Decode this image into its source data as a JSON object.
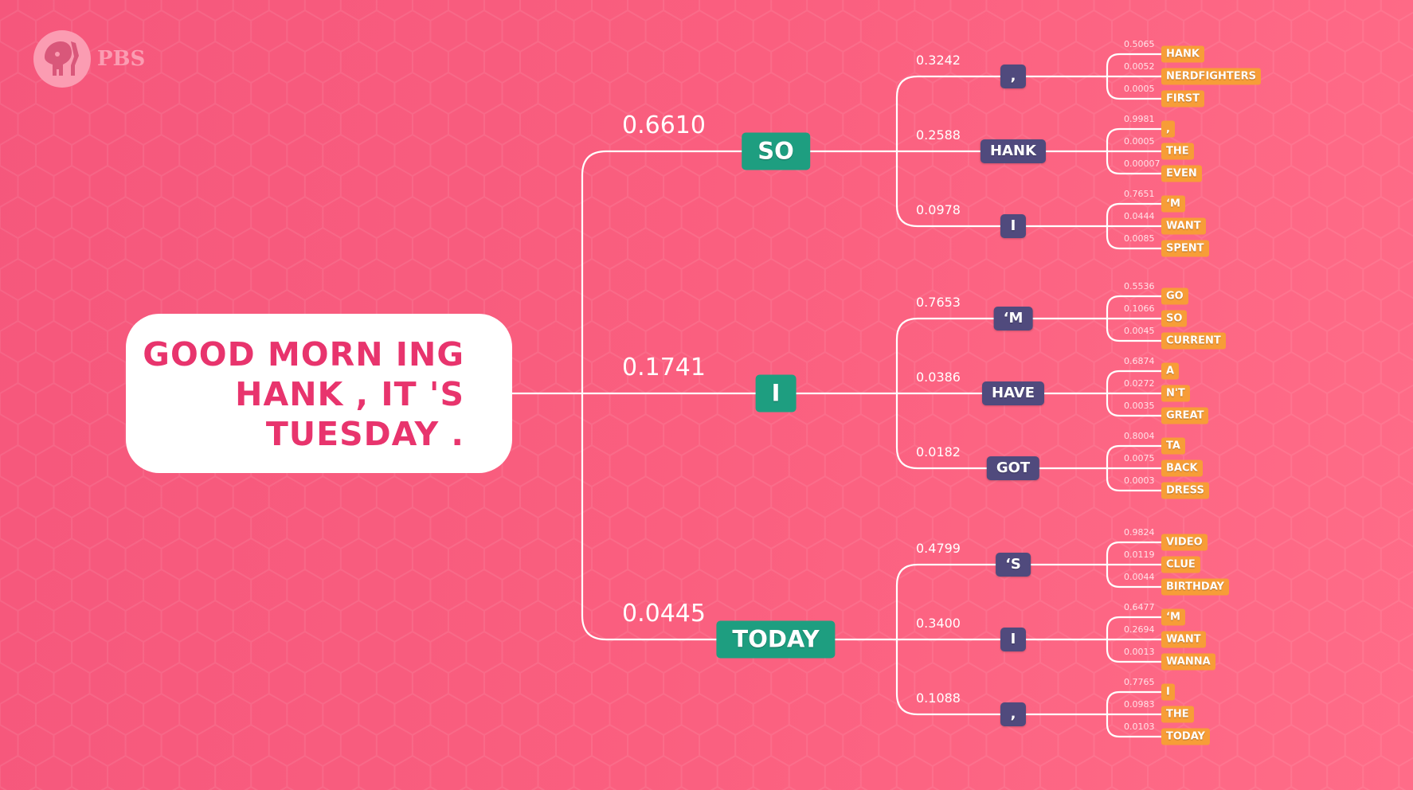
{
  "logo": {
    "text": "PBS"
  },
  "colors": {
    "level1": "#1e9e80",
    "level2": "#504a7d",
    "level3": "#f79d37",
    "root_text": "#e8346d"
  },
  "root": {
    "lines": [
      "GOOD MORN ING",
      "HANK , IT 'S",
      "TUESDAY ."
    ]
  },
  "tree": [
    {
      "word": "SO",
      "prob": "0.6610",
      "children": [
        {
          "word": ",",
          "prob": "0.3242",
          "children": [
            {
              "word": "HANK",
              "prob": "0.5065"
            },
            {
              "word": "NERDFIGHTERS",
              "prob": "0.0052"
            },
            {
              "word": "FIRST",
              "prob": "0.0005"
            }
          ]
        },
        {
          "word": "HANK",
          "prob": "0.2588",
          "children": [
            {
              "word": ",",
              "prob": "0.9981"
            },
            {
              "word": "THE",
              "prob": "0.0005"
            },
            {
              "word": "EVEN",
              "prob": "0.00007"
            }
          ]
        },
        {
          "word": "I",
          "prob": "0.0978",
          "children": [
            {
              "word": "‘M",
              "prob": "0.7651"
            },
            {
              "word": "WANT",
              "prob": "0.0444"
            },
            {
              "word": "SPENT",
              "prob": "0.0085"
            }
          ]
        }
      ]
    },
    {
      "word": "I",
      "prob": "0.1741",
      "children": [
        {
          "word": "‘M",
          "prob": "0.7653",
          "children": [
            {
              "word": "GO",
              "prob": "0.5536"
            },
            {
              "word": "SO",
              "prob": "0.1066"
            },
            {
              "word": "CURRENT",
              "prob": "0.0045"
            }
          ]
        },
        {
          "word": "HAVE",
          "prob": "0.0386",
          "children": [
            {
              "word": "A",
              "prob": "0.6874"
            },
            {
              "word": "N'T",
              "prob": "0.0272"
            },
            {
              "word": "GREAT",
              "prob": "0.0035"
            }
          ]
        },
        {
          "word": "GOT",
          "prob": "0.0182",
          "children": [
            {
              "word": "TA",
              "prob": "0.8004"
            },
            {
              "word": "BACK",
              "prob": "0.0075"
            },
            {
              "word": "DRESS",
              "prob": "0.0003"
            }
          ]
        }
      ]
    },
    {
      "word": "TODAY",
      "prob": "0.0445",
      "children": [
        {
          "word": "‘S",
          "prob": "0.4799",
          "children": [
            {
              "word": "VIDEO",
              "prob": "0.9824"
            },
            {
              "word": "CLUE",
              "prob": "0.0119"
            },
            {
              "word": "BIRTHDAY",
              "prob": "0.0044"
            }
          ]
        },
        {
          "word": "I",
          "prob": "0.3400",
          "children": [
            {
              "word": "‘M",
              "prob": "0.6477"
            },
            {
              "word": "WANT",
              "prob": "0.2694"
            },
            {
              "word": "WANNA",
              "prob": "0.0013"
            }
          ]
        },
        {
          "word": ",",
          "prob": "0.1088",
          "children": [
            {
              "word": "I",
              "prob": "0.7765"
            },
            {
              "word": "THE",
              "prob": "0.0983"
            },
            {
              "word": "TODAY",
              "prob": "0.0103"
            }
          ]
        }
      ]
    }
  ]
}
